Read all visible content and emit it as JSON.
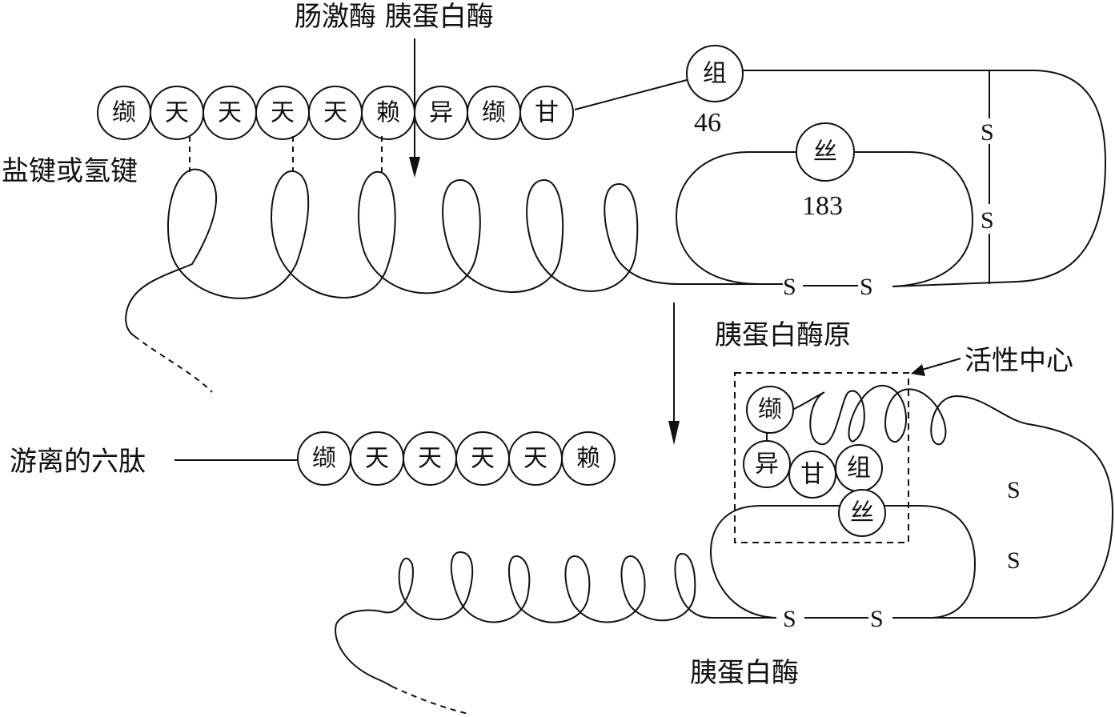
{
  "labels": {
    "enzymes_top": "肠激酶 胰蛋白酶",
    "salt_bond": "盐键或氢键",
    "trypsinogen": "胰蛋白酶原",
    "active_center": "活性中心",
    "free_hexapeptide": "游离的六肽",
    "trypsin": "胰蛋白酶"
  },
  "top_chain": [
    "缬",
    "天",
    "天",
    "天",
    "天",
    "赖",
    "异",
    "缬",
    "甘"
  ],
  "top_residues": {
    "his": {
      "name": "组",
      "number": "46"
    },
    "ser": {
      "name": "丝",
      "number": "183"
    }
  },
  "free_peptide": [
    "缬",
    "天",
    "天",
    "天",
    "天",
    "赖"
  ],
  "active_site": [
    "缬",
    "异",
    "甘",
    "组",
    "丝"
  ],
  "disulfide": {
    "symbol": "S"
  }
}
